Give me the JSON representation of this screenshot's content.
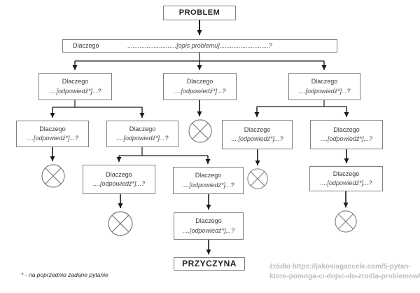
{
  "diagram": {
    "type": "5-whys root cause flowchart",
    "problem_label": "PROBLEM",
    "root_question": {
      "prefix": "Dlaczego",
      "body": "............................[opis problemu]............................?"
    },
    "why_box": {
      "line1": "Dlaczego",
      "line2": "....[odpowiedź*]...?"
    },
    "cause_label": "PRZYCZYNA",
    "dead_end_symbol": "crossed-circle"
  },
  "footnote": "* - na poprzednio zadane pytanie",
  "watermark": {
    "line1": "źródło https://jakosiagaccele.com/5-pytan-",
    "line2": "ktore-pomoga-ci-dojsc-do-zrodla-problemow/"
  },
  "colors": {
    "box_border": "#7f7f7f",
    "connector": "#1a1a1a",
    "text": "#333333",
    "watermark": "#bcbcbc",
    "background": "#ffffff"
  }
}
